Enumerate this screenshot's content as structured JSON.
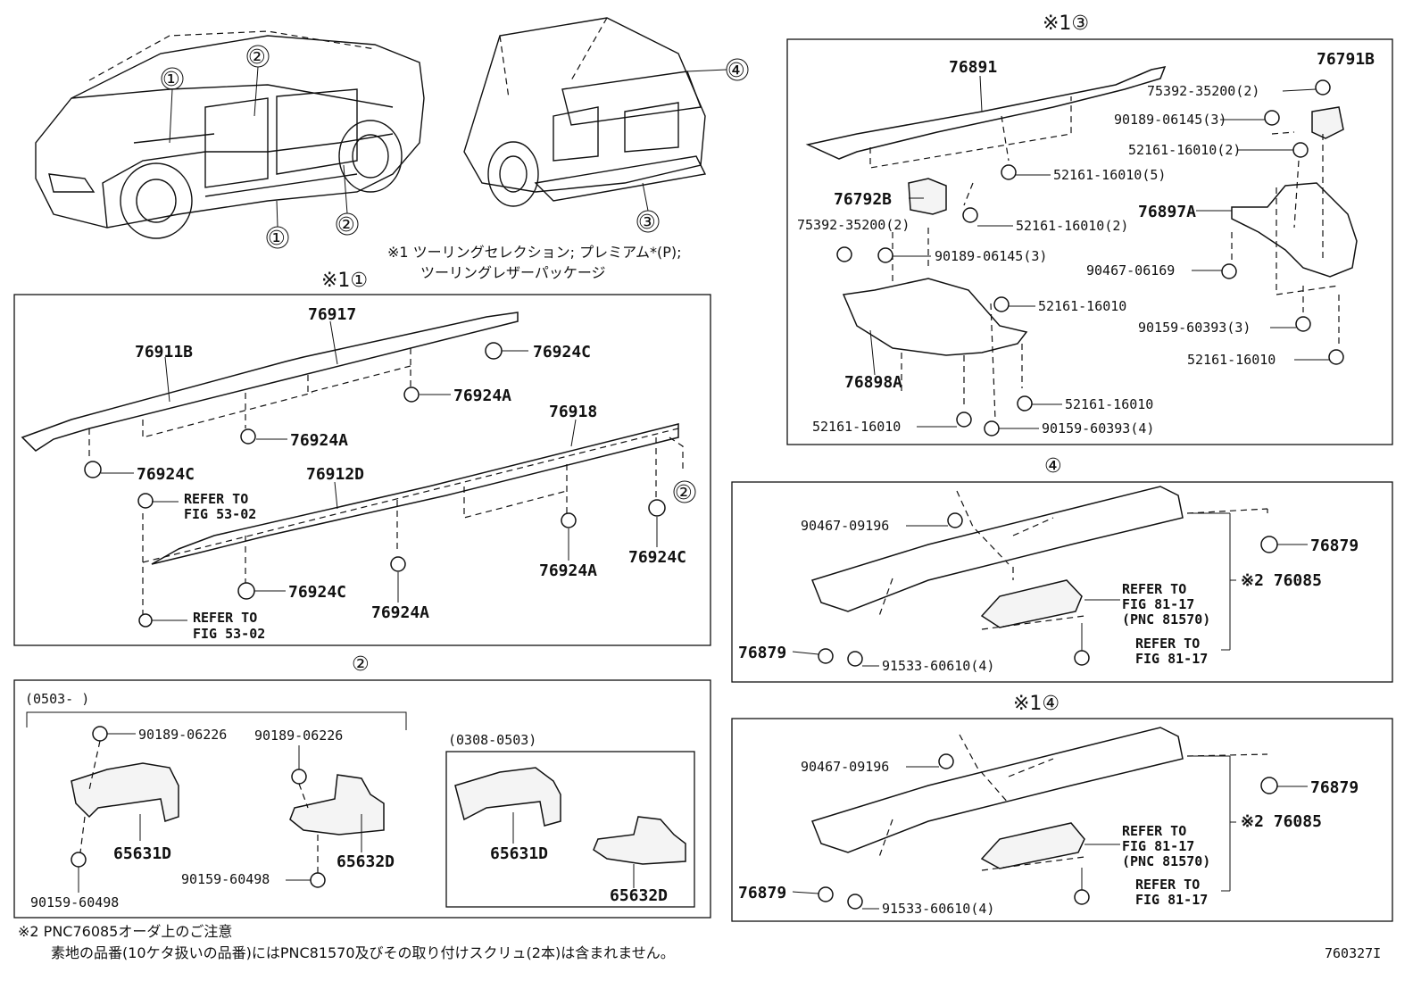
{
  "overview": {
    "car_front_callouts": [
      "①",
      "②",
      "①",
      "②"
    ],
    "car_rear_callouts": [
      "④",
      "③"
    ],
    "note1_line1": "※1 ツーリングセレクション; プレミアム*(P);",
    "note1_line2": "ツーリングレザーパッケージ"
  },
  "panel_1": {
    "heading": "※1①",
    "parts": {
      "p76917": "76917",
      "p76911B": "76911B",
      "p76924C_a": "76924C",
      "p76924A_a": "76924A",
      "p76924A_b": "76924A",
      "p76924C_b": "76924C",
      "p76918": "76918",
      "p76912D": "76912D",
      "p76924A_c": "76924A",
      "p76924C_c": "76924C",
      "p76924C_d": "76924C",
      "p76924A_d": "76924A"
    },
    "refer1_line1": "REFER TO",
    "refer1_line2": "FIG 53-02",
    "refer2_line1": "REFER TO",
    "refer2_line2": "FIG 53-02",
    "callout": "②"
  },
  "panel_2": {
    "heading": "②",
    "range1": "(0503-      )",
    "range2": "(0308-0503)",
    "parts": {
      "p90189_a": "90189-06226",
      "p90189_b": "90189-06226",
      "p65631D_a": "65631D",
      "p65632D_a": "65632D",
      "p90159_a": "90159-60498",
      "p90159_b": "90159-60498",
      "p65631D_b": "65631D",
      "p65632D_b": "65632D"
    }
  },
  "panel_3": {
    "heading": "※1③",
    "parts": {
      "p76891": "76891",
      "p76791B": "76791B",
      "p75392_a": "75392-35200(2)",
      "p90189_a": "90189-06145(3)",
      "p52161_a": "52161-16010(2)",
      "p52161_b": "52161-16010(5)",
      "p76792B": "76792B",
      "p52161_c": "52161-16010(2)",
      "p76897A": "76897A",
      "p75392_b": "75392-35200(2)",
      "p90189_b": "90189-06145(3)",
      "p90467": "90467-06169",
      "p52161_d": "52161-16010",
      "p90159_a": "90159-60393(3)",
      "p52161_e": "52161-16010",
      "p76898A": "76898A",
      "p52161_f": "52161-16010",
      "p52161_g": "52161-16010",
      "p90159_b": "90159-60393(4)"
    }
  },
  "panel_4": {
    "heading": "④",
    "parts": {
      "p90467": "90467-09196",
      "p76879_a": "76879",
      "p76085": "※2 76085",
      "p76879_b": "76879",
      "p91533": "91533-60610(4)"
    },
    "refer1_line1": "REFER TO",
    "refer1_line2": "FIG 81-17",
    "refer1_line3": "(PNC 81570)",
    "refer2_line1": "REFER TO",
    "refer2_line2": "FIG 81-17"
  },
  "panel_5": {
    "heading": "※1④",
    "parts": {
      "p90467": "90467-09196",
      "p76879_a": "76879",
      "p76085": "※2 76085",
      "p76879_b": "76879",
      "p91533": "91533-60610(4)"
    },
    "refer1_line1": "REFER TO",
    "refer1_line2": "FIG 81-17",
    "refer1_line3": "(PNC 81570)",
    "refer2_line1": "REFER TO",
    "refer2_line2": "FIG 81-17"
  },
  "footer": {
    "note2_line1": "※2 PNC76085オーダ上のご注意",
    "note2_line2": "素地の品番(10ケタ扱いの品番)にはPNC81570及びその取り付けスクリュ(2本)は含まれません。",
    "figure_id": "760327I"
  }
}
